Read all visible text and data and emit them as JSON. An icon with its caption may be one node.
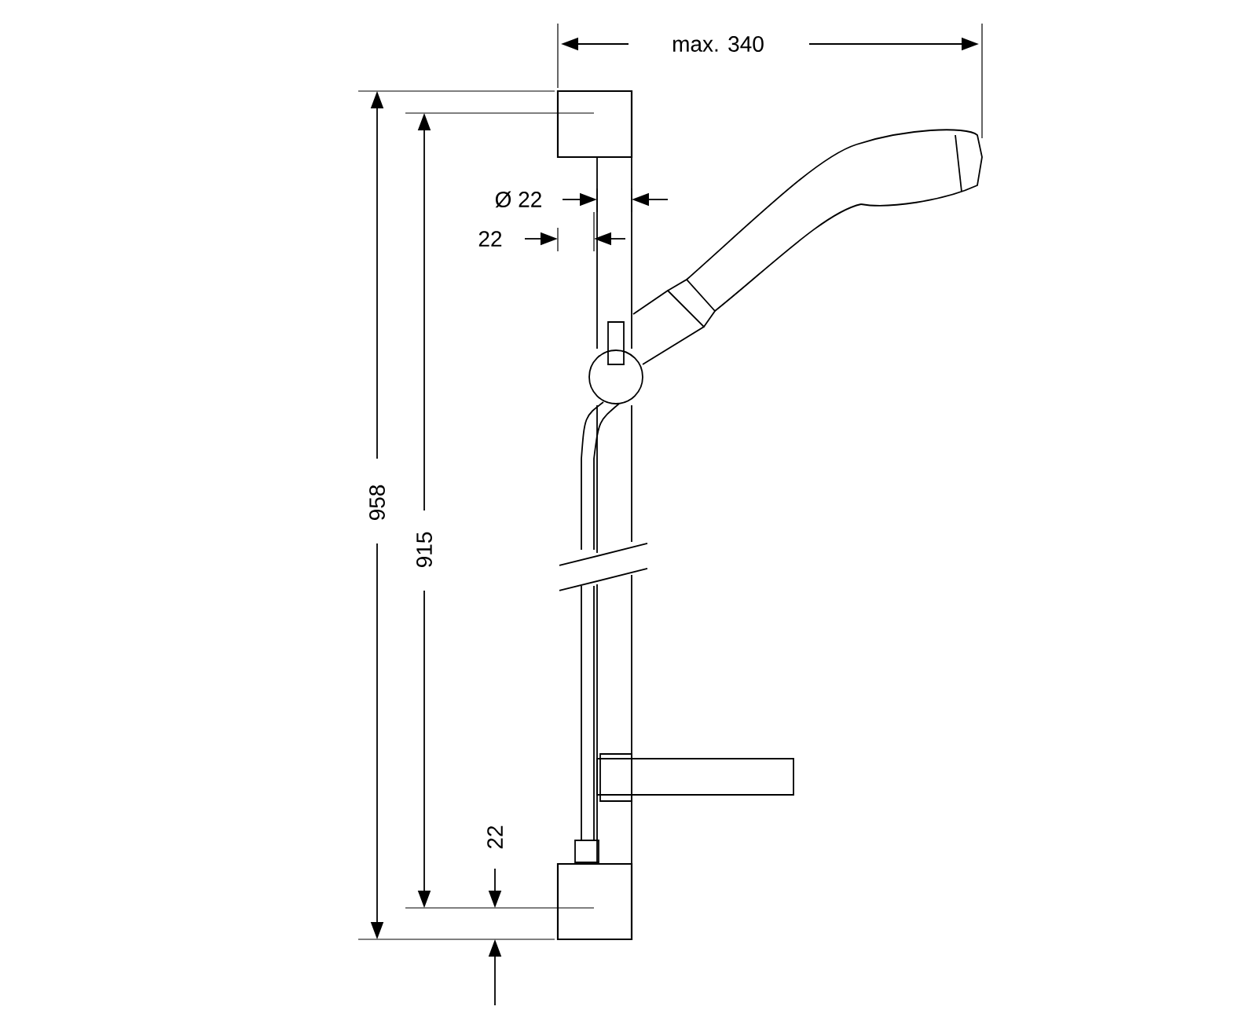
{
  "diagram": {
    "labels": [
      "max. 340",
      "Ø 22",
      "22",
      "958",
      "915",
      "22"
    ]
  }
}
